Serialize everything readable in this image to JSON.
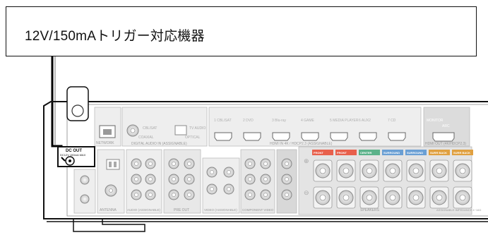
{
  "device": {
    "label": "12V/150mAトリガー対応機器"
  },
  "panel": {
    "dc_out": {
      "title": "DC OUT",
      "spec": "DC12V 150mA MAX"
    },
    "section_labels": {
      "network": "NETWORK",
      "digital_audio": "DIGITAL AUDIO IN (ASSIGNABLE)",
      "hdmi_in": "HDMI IN  4K / HDCP2.3 (ASSIGNABLE)",
      "hdmi_out": "HDMI OUT (4K/HDCP2.3)",
      "antenna": "ANTENNA",
      "audio_assignable": "AUDIO (ASSIGNABLE)",
      "pre_out": "PRE OUT",
      "video_assignable": "VIDEO (ASSIGNABLE)",
      "component": "COMPONENT VIDEO",
      "speakers": "SPEAKERS",
      "assignable_impedance": "ASSIGNABLE IMPEDANCE 4~16Ω"
    },
    "digital_inputs": {
      "coaxial": "CBL/SAT",
      "coaxial_type": "COAXIAL",
      "optical": "TV AUDIO",
      "optical_type": "OPTICAL"
    },
    "hdmi_inputs": [
      "1 CBL/SAT",
      "2 DVD",
      "3 Blu-ray",
      "4 GAME",
      "5 MEDIA PLAYER",
      "6 AUX2",
      "7 CD"
    ],
    "hdmi_monitor": "MONITOR",
    "hdmi_arc": "ARC",
    "speaker_labels": [
      "FRONT",
      "FRONT",
      "CENTER",
      "SURROUND",
      "SURROUND",
      "SURR BACK",
      "SURR BACK"
    ]
  }
}
